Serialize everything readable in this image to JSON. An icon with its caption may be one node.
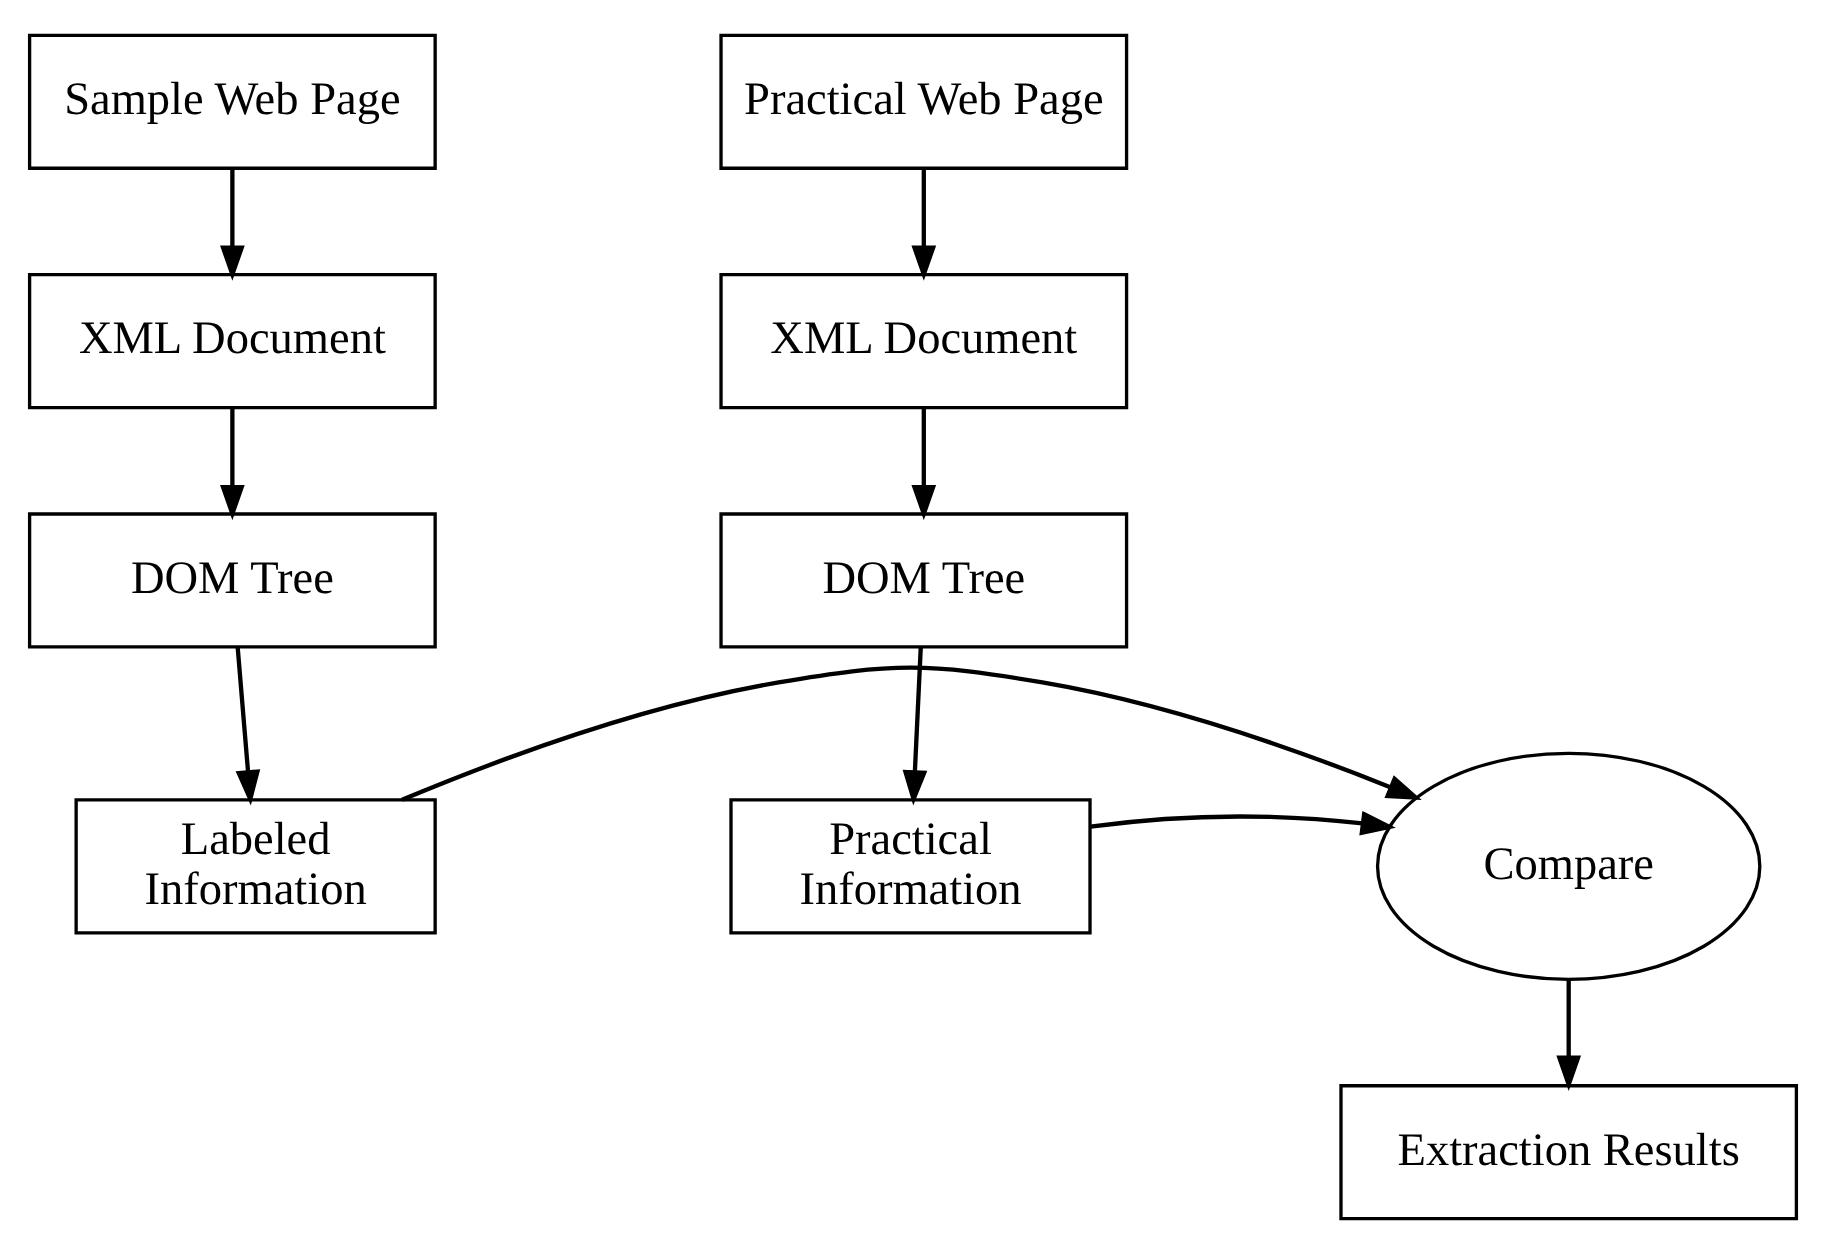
{
  "diagram": {
    "nodes": [
      {
        "text": [
          "Sample Web Page"
        ]
      },
      {
        "text": [
          "XML Document"
        ]
      },
      {
        "text": [
          "DOM Tree"
        ]
      },
      {
        "text": [
          "Labeled Information"
        ]
      },
      {
        "text": [
          "Practical Web Page"
        ]
      },
      {
        "text": [
          "XML Document"
        ]
      },
      {
        "text": [
          "DOM Tree"
        ]
      },
      {
        "text": [
          "Practical Information"
        ]
      },
      {
        "text": [
          "Compare"
        ]
      },
      {
        "text": [
          "Extraction Results"
        ]
      }
    ],
    "edges": [
      {
        "from": 0,
        "to": 1,
        "arrow": "to"
      },
      {
        "from": 1,
        "to": 2,
        "arrow": "to"
      },
      {
        "from": 2,
        "to": 3,
        "arrow": "to"
      },
      {
        "from": 4,
        "to": 5,
        "arrow": "to"
      },
      {
        "from": 5,
        "to": 6,
        "arrow": "to"
      },
      {
        "from": 6,
        "to": 7,
        "arrow": "to"
      },
      {
        "from": 3,
        "to": 8,
        "arrow": "to"
      },
      {
        "from": 7,
        "to": 8,
        "arrow": "to"
      },
      {
        "from": 8,
        "to": 9,
        "arrow": "to"
      }
    ]
  }
}
